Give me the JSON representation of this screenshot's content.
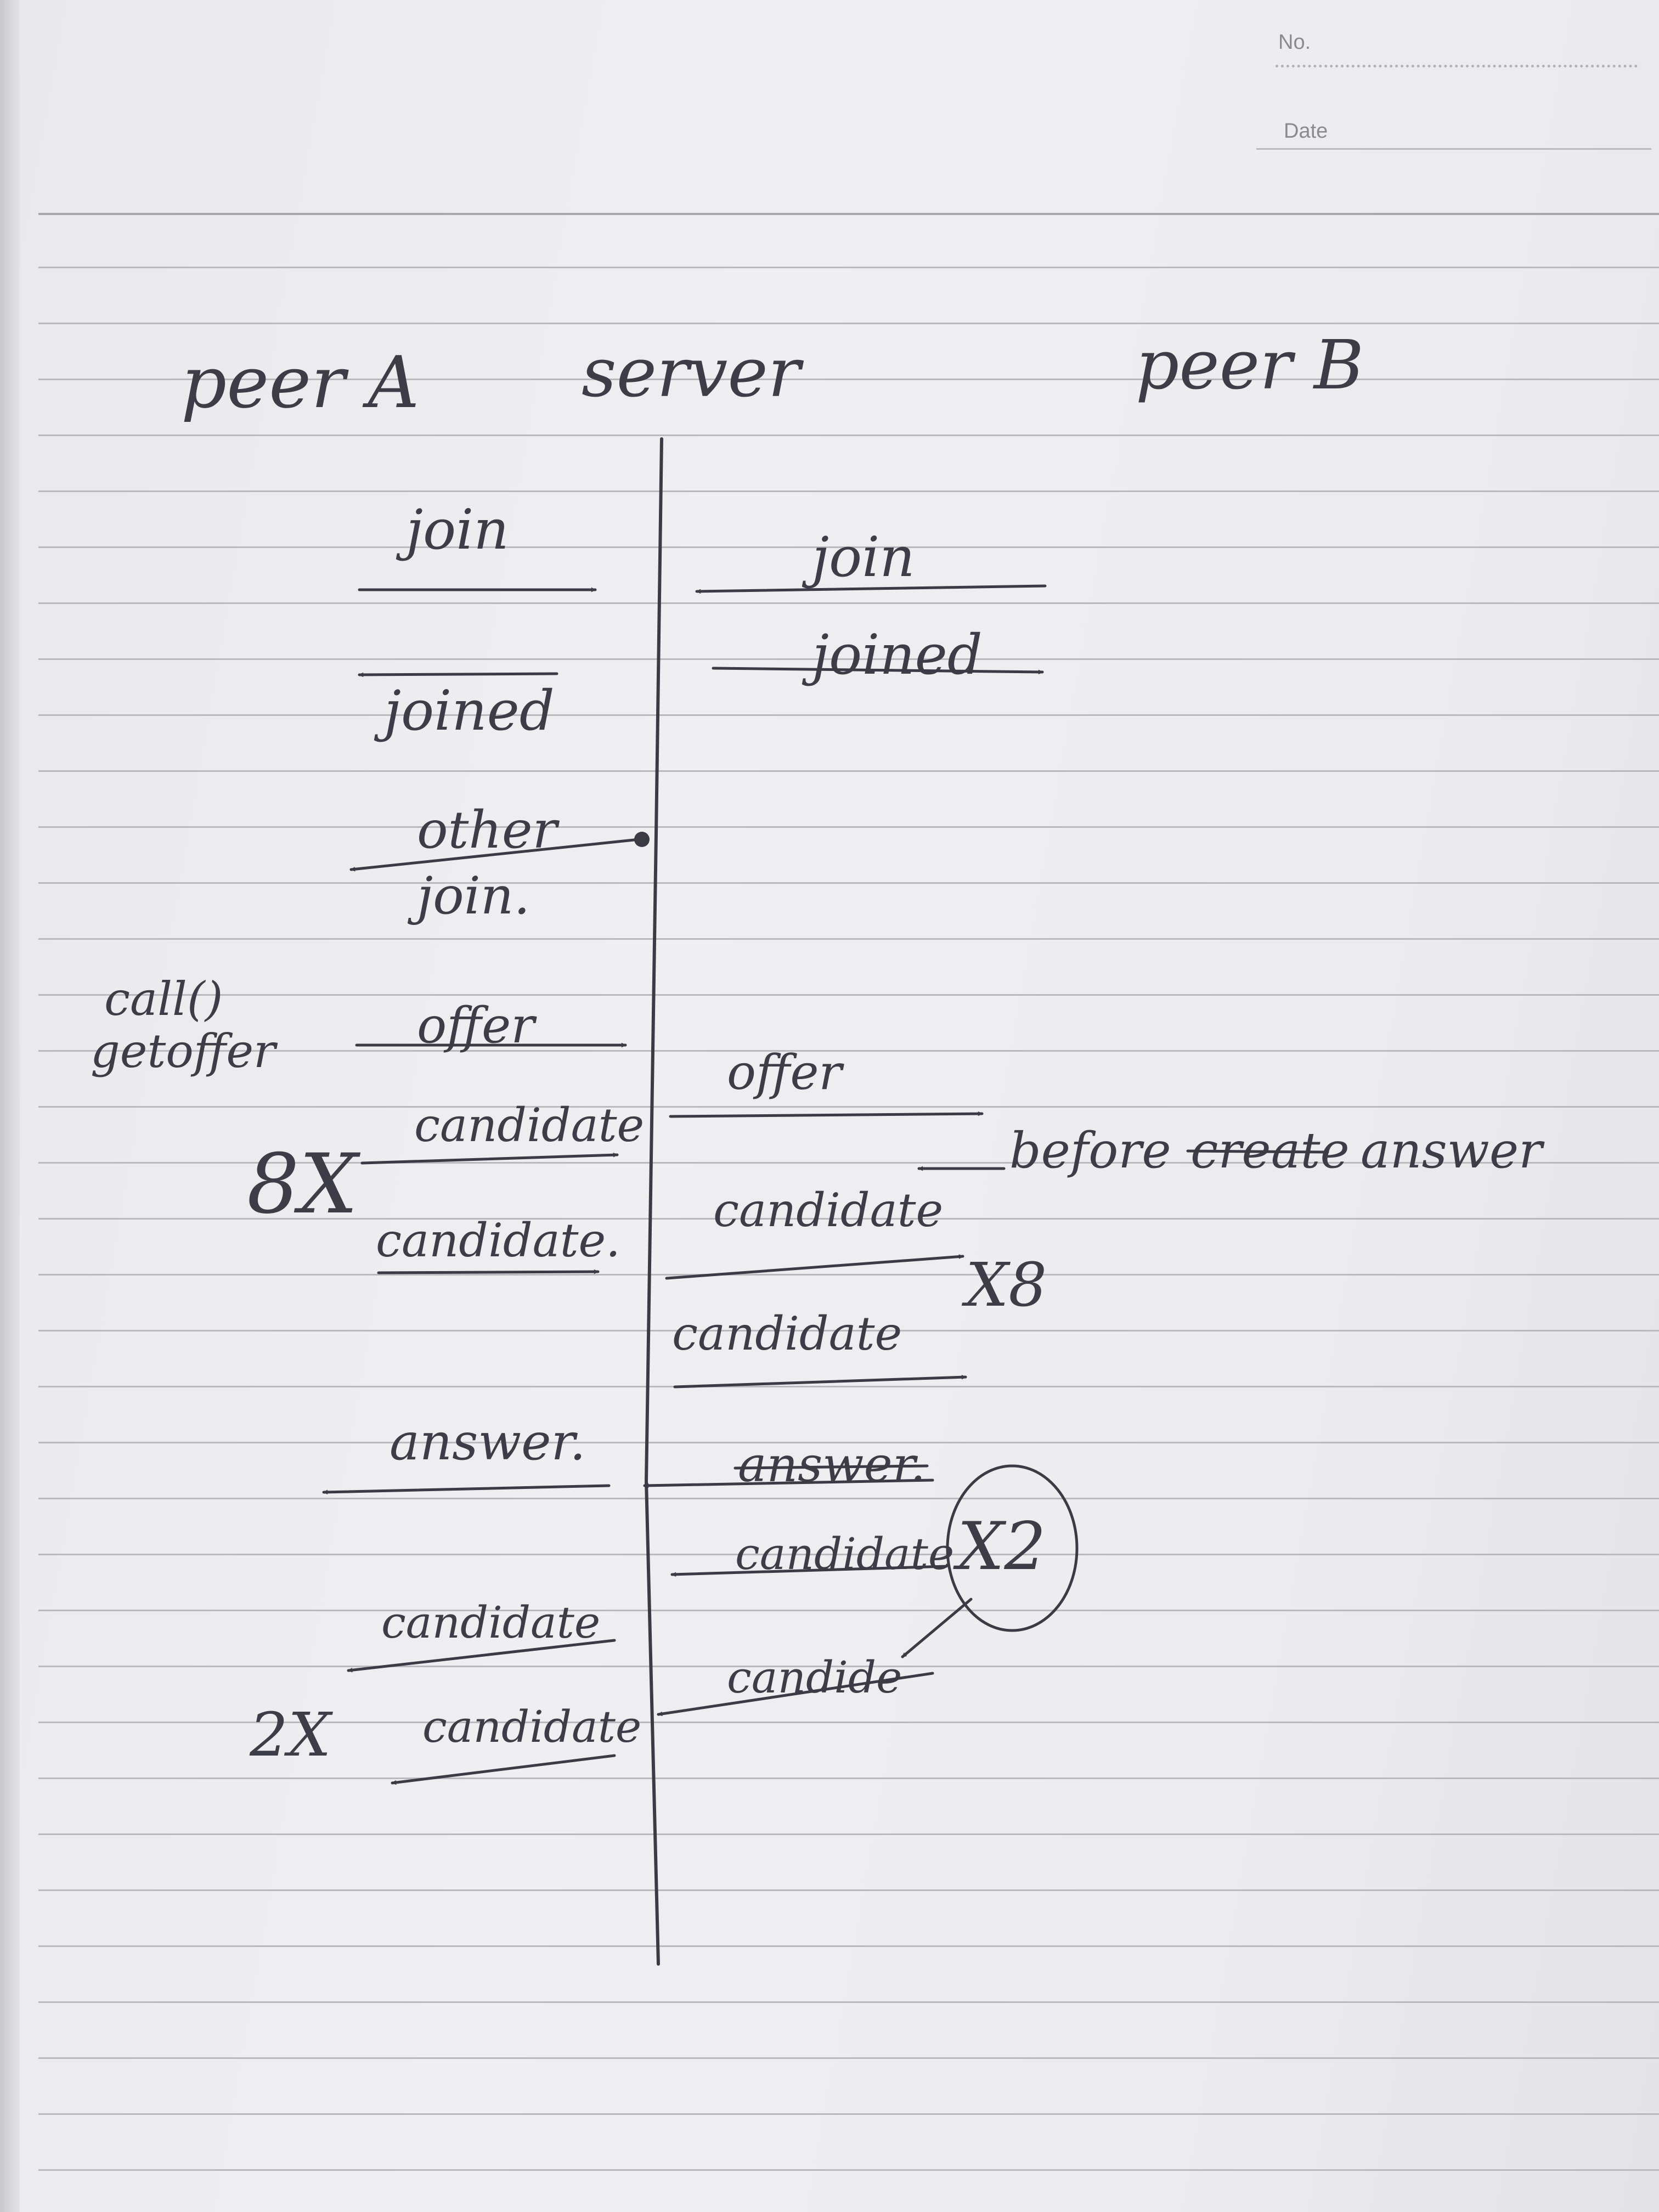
{
  "header": {
    "no_label": "No.",
    "date_label": "Date"
  },
  "lanes": {
    "left": "peer A",
    "middle": "server",
    "right": "peer B"
  },
  "messages": {
    "a_join": "join",
    "b_join": "join",
    "a_joined": "joined",
    "b_joined": "joined",
    "other_join_line1": "other",
    "other_join_line2": "join.",
    "call_line1": "call()",
    "call_line2": "getoffer",
    "a_offer": "offer",
    "s_offer": "offer",
    "a_candidate1": "candidate",
    "a_candidate2": "candidate.",
    "s_candidate1": "candidate",
    "s_candidate2": "candidate",
    "a_answer": "answer.",
    "b_answer": "answer.",
    "b_candidate1": "candidate",
    "b_candidate2": "candide",
    "a_candidate3": "candidate",
    "a_candidate4": "candidate"
  },
  "annotations": {
    "before": "before",
    "struck": "create",
    "answer": "answer",
    "count_8x": "8X",
    "count_x8": "X8",
    "count_x2": "X2",
    "count_2x": "2X"
  },
  "colors": {
    "ink": "#3b3b45",
    "paper": "#ececef",
    "rule": "#b9b9bf"
  }
}
